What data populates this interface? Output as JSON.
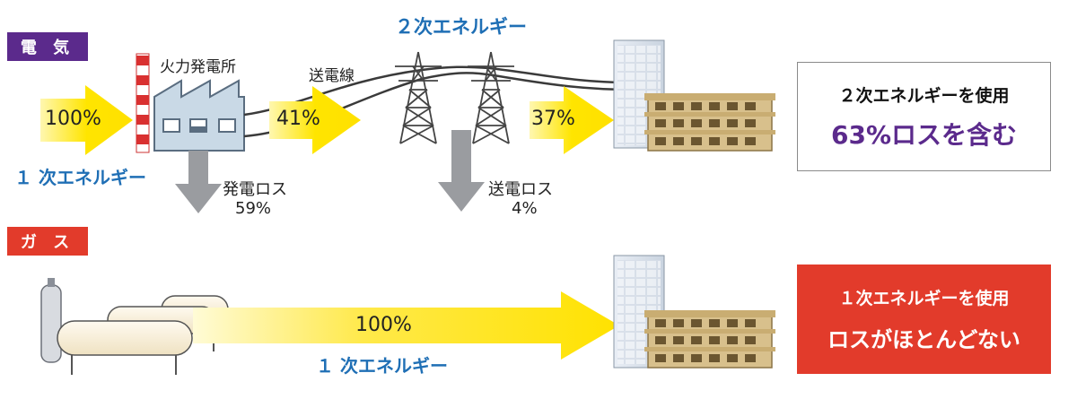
{
  "electric": {
    "tag": "電 気",
    "plant_label": "火力発電所",
    "line_label": "送電線",
    "secondary_label": "２次エネルギー",
    "primary_label": "１ 次エネルギー",
    "pct_in": "100%",
    "pct_after_plant": "41%",
    "pct_delivered": "37%",
    "loss_plant_label": "発電ロス",
    "loss_plant_pct": "59%",
    "loss_line_label": "送電ロス",
    "loss_line_pct": "4%",
    "summary_line1": "２次エネルギーを使用",
    "summary_line2": "63%ロスを含む"
  },
  "gas": {
    "tag": "ガ ス",
    "pct": "100%",
    "primary_label": "１ 次エネルギー",
    "summary_line1": "１次エネルギーを使用",
    "summary_line2": "ロスがほとんどない"
  },
  "colors": {
    "electric_tag": "#5b2a8c",
    "gas_tag": "#e23b2b",
    "blue_text": "#1f6fb5",
    "purple_text": "#5b2a8c",
    "arrow_yellow": "#ffe500",
    "loss_arrow": "#9a9ca0"
  }
}
